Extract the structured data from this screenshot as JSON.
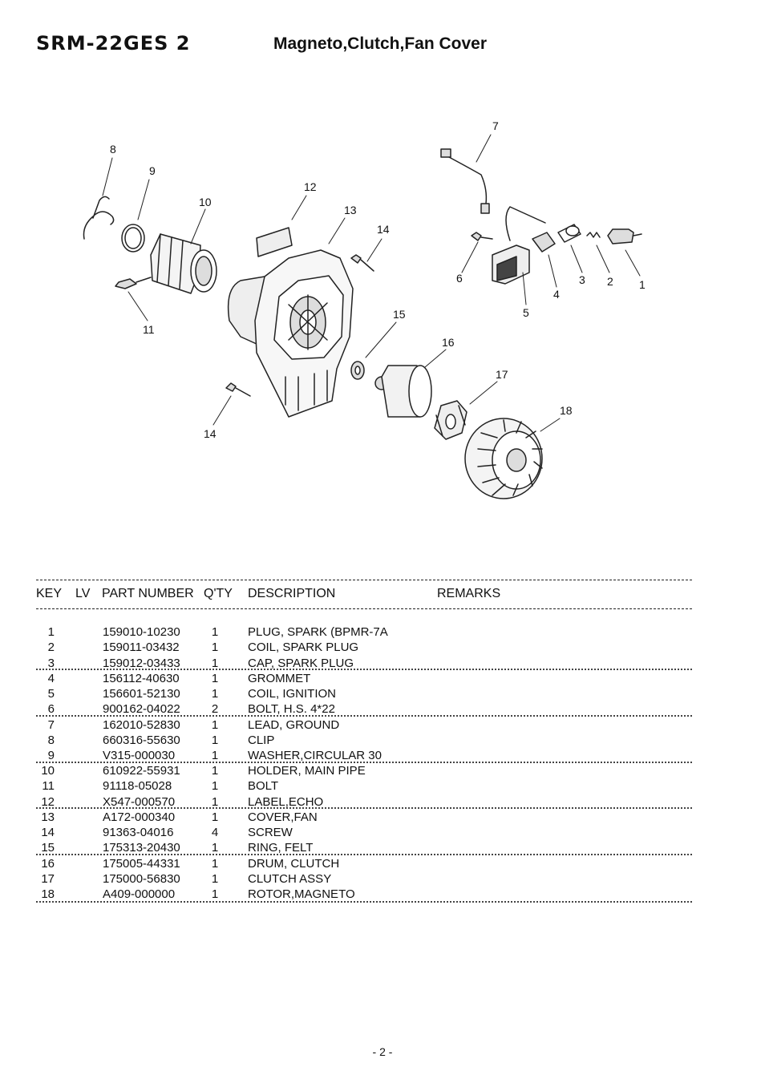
{
  "header": {
    "model": "SRM-22GES 2",
    "title": "Magneto,Clutch,Fan Cover"
  },
  "diagram": {
    "callouts": [
      "1",
      "2",
      "3",
      "4",
      "5",
      "6",
      "7",
      "8",
      "9",
      "10",
      "11",
      "12",
      "13",
      "14",
      "15",
      "16",
      "17",
      "18"
    ]
  },
  "table": {
    "columns": {
      "key": "KEY",
      "lv": "LV",
      "part_number": "PART NUMBER",
      "qty": "Q'TY",
      "description": "DESCRIPTION",
      "remarks": "REMARKS"
    },
    "rows": [
      {
        "key": "1",
        "part_number": "159010-10230",
        "qty": "1",
        "description": "PLUG, SPARK (BPMR-7A"
      },
      {
        "key": "2",
        "part_number": "159011-03432",
        "qty": "1",
        "description": "COIL, SPARK PLUG"
      },
      {
        "key": "3",
        "part_number": "159012-03433",
        "qty": "1",
        "description": "CAP, SPARK PLUG"
      },
      {
        "key": "4",
        "part_number": "156112-40630",
        "qty": "1",
        "description": "GROMMET"
      },
      {
        "key": "5",
        "part_number": "156601-52130",
        "qty": "1",
        "description": "COIL, IGNITION"
      },
      {
        "key": "6",
        "part_number": "900162-04022",
        "qty": "2",
        "description": "BOLT, H.S.  4*22"
      },
      {
        "key": "7",
        "part_number": "162010-52830",
        "qty": "1",
        "description": "LEAD, GROUND"
      },
      {
        "key": "8",
        "part_number": "660316-55630",
        "qty": "1",
        "description": "CLIP"
      },
      {
        "key": "9",
        "part_number": "V315-000030",
        "qty": "1",
        "description": "WASHER,CIRCULAR 30"
      },
      {
        "key": "10",
        "part_number": "610922-55931",
        "qty": "1",
        "description": "HOLDER, MAIN PIPE"
      },
      {
        "key": "11",
        "part_number": "91118-05028",
        "qty": "1",
        "description": "BOLT"
      },
      {
        "key": "12",
        "part_number": "X547-000570",
        "qty": "1",
        "description": "LABEL,ECHO"
      },
      {
        "key": "13",
        "part_number": "A172-000340",
        "qty": "1",
        "description": "COVER,FAN"
      },
      {
        "key": "14",
        "part_number": "91363-04016",
        "qty": "4",
        "description": "SCREW"
      },
      {
        "key": "15",
        "part_number": "175313-20430",
        "qty": "1",
        "description": "RING, FELT"
      },
      {
        "key": "16",
        "part_number": "175005-44331",
        "qty": "1",
        "description": "DRUM, CLUTCH"
      },
      {
        "key": "17",
        "part_number": "175000-56830",
        "qty": "1",
        "description": "CLUTCH ASSY"
      },
      {
        "key": "18",
        "part_number": "A409-000000",
        "qty": "1",
        "description": "ROTOR,MAGNETO"
      }
    ]
  },
  "footer": {
    "page": "- 2 -"
  }
}
